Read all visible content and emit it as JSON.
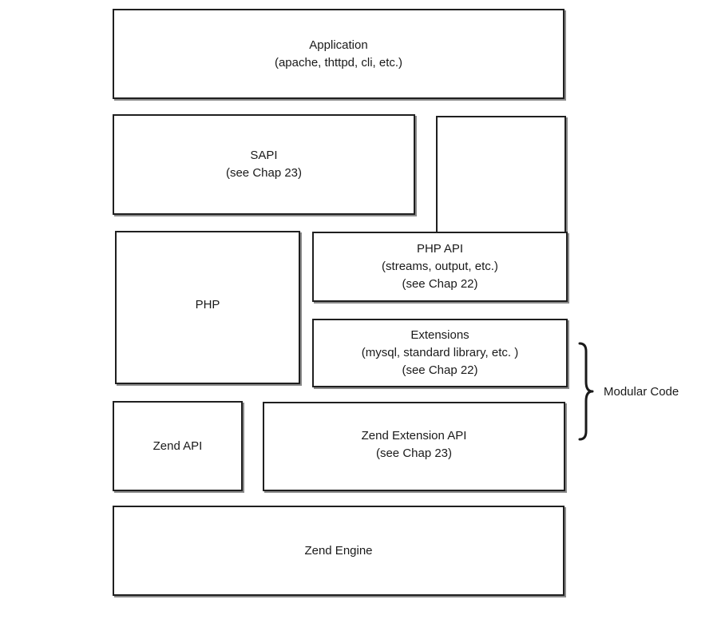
{
  "layers": {
    "application": {
      "title": "Application",
      "subtitle": "(apache, thttpd, cli, etc.)"
    },
    "sapi": {
      "title": "SAPI",
      "ref": "(see Chap 23)"
    },
    "php": {
      "title": "PHP"
    },
    "php_api": {
      "title": "PHP API",
      "subtitle": "(streams, output, etc.)",
      "ref": "(see Chap 22)"
    },
    "extensions": {
      "title": "Extensions",
      "subtitle": "(mysql, standard library, etc. )",
      "ref": "(see Chap 22)"
    },
    "zend_api": {
      "title": "Zend API"
    },
    "zend_extension_api": {
      "title": "Zend Extension API",
      "ref": "(see Chap 23)"
    },
    "zend_engine": {
      "title": "Zend Engine"
    }
  },
  "annotation": {
    "label": "Modular Code"
  }
}
